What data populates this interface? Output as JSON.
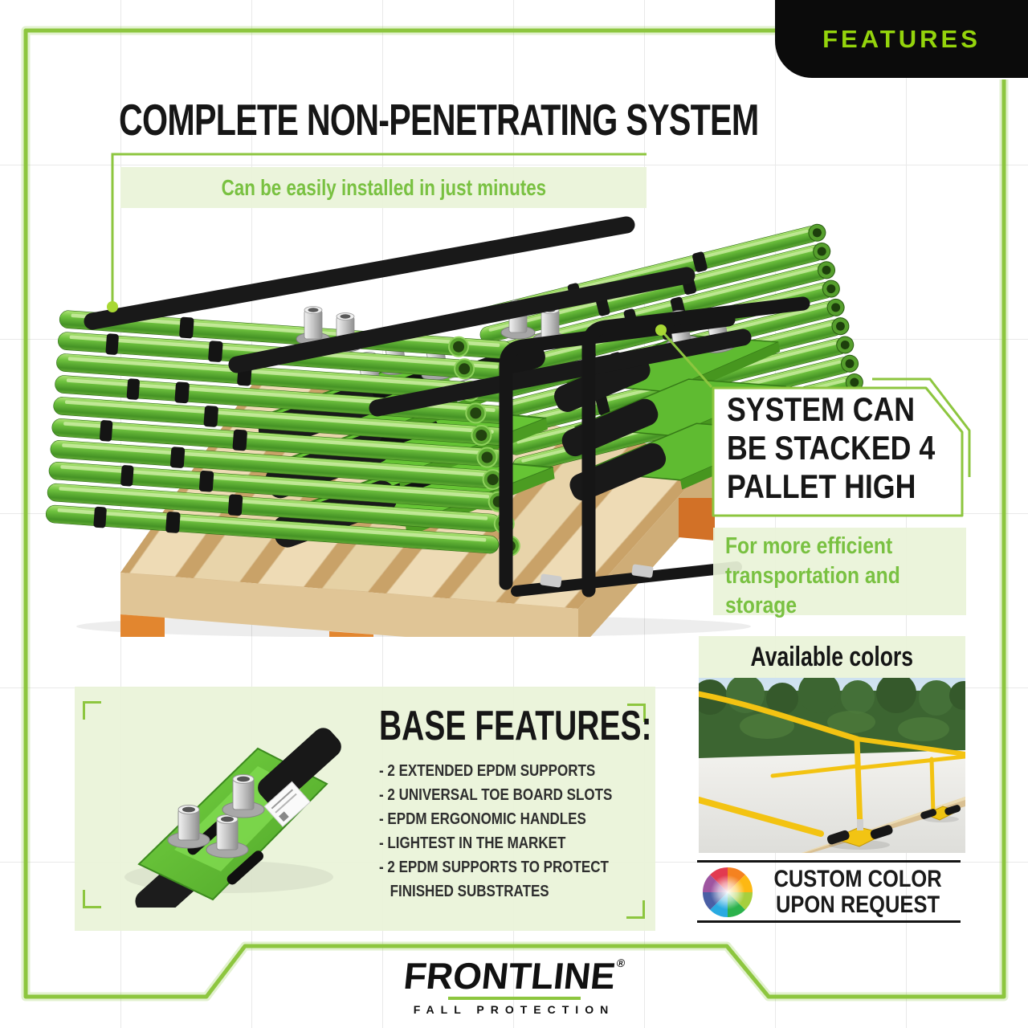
{
  "badge": {
    "label": "FEATURES"
  },
  "header": {
    "title": "COMPLETE NON-PENETRATING SYSTEM",
    "install_note": "Can be easily installed in just minutes"
  },
  "stack_callout": {
    "heading_lines": [
      "SYSTEM CAN",
      "BE STACKED 4",
      "PALLET HIGH"
    ],
    "note_lines": [
      "For more efficient",
      "transportation and",
      "storage"
    ]
  },
  "colors_section": {
    "heading": "Available colors",
    "custom_note_lines": [
      "CUSTOM COLOR",
      "UPON REQUEST"
    ],
    "icon": "color-wheel-icon"
  },
  "base_features": {
    "heading": "BASE FEATURES:",
    "items": [
      "2 EXTENDED EPDM SUPPORTS",
      "2 UNIVERSAL TOE BOARD SLOTS",
      "EPDM ERGONOMIC HANDLES",
      "LIGHTEST IN THE MARKET",
      "2 EPDM SUPPORTS TO PROTECT FINISHED SUBSTRATES"
    ]
  },
  "footer_logo": {
    "brand": "FRONTLINE",
    "registered": "®",
    "tagline": "FALL PROTECTION"
  },
  "palette": {
    "accent_green": "#8DC63F",
    "badge_green": "#94D40C",
    "text_green": "#79C141",
    "panel_green": "#EAF3D8",
    "ink": "#161616"
  },
  "photos": [
    {
      "name": "pallet-stack-photo",
      "alt": "Folded green guardrail sections stacked on a wooden pallet"
    },
    {
      "name": "yellow-guardrail-photo",
      "alt": "Yellow guardrail system installed on a flat roof"
    },
    {
      "name": "base-plate-photo",
      "alt": "Green guardrail base with EPDM pads and galvanized sockets"
    }
  ]
}
